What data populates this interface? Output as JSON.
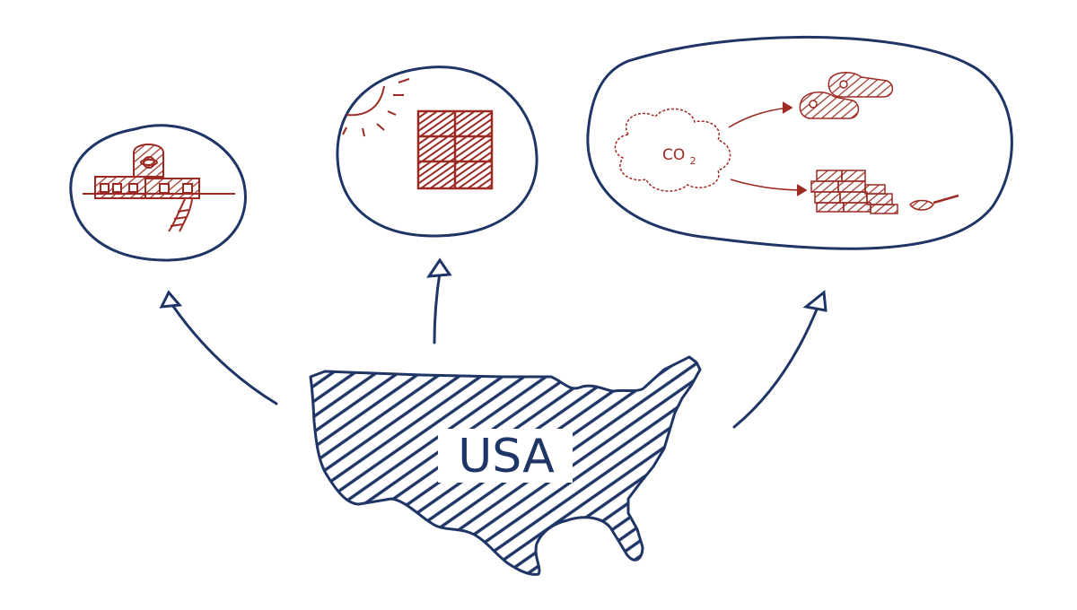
{
  "map": {
    "label": "USA"
  },
  "bubbles": {
    "right": {
      "gas_label": "CO",
      "gas_subscript": "2"
    }
  },
  "colors": {
    "ink_blue": "#1f3566",
    "ink_red": "#9c2a22",
    "background": "#ffffff"
  },
  "icons": [
    "nuclear-power-plant-icon",
    "sun-icon",
    "solar-panel-icon",
    "co2-cloud-icon",
    "shoes-icon",
    "bricks-icon",
    "trowel-icon"
  ]
}
